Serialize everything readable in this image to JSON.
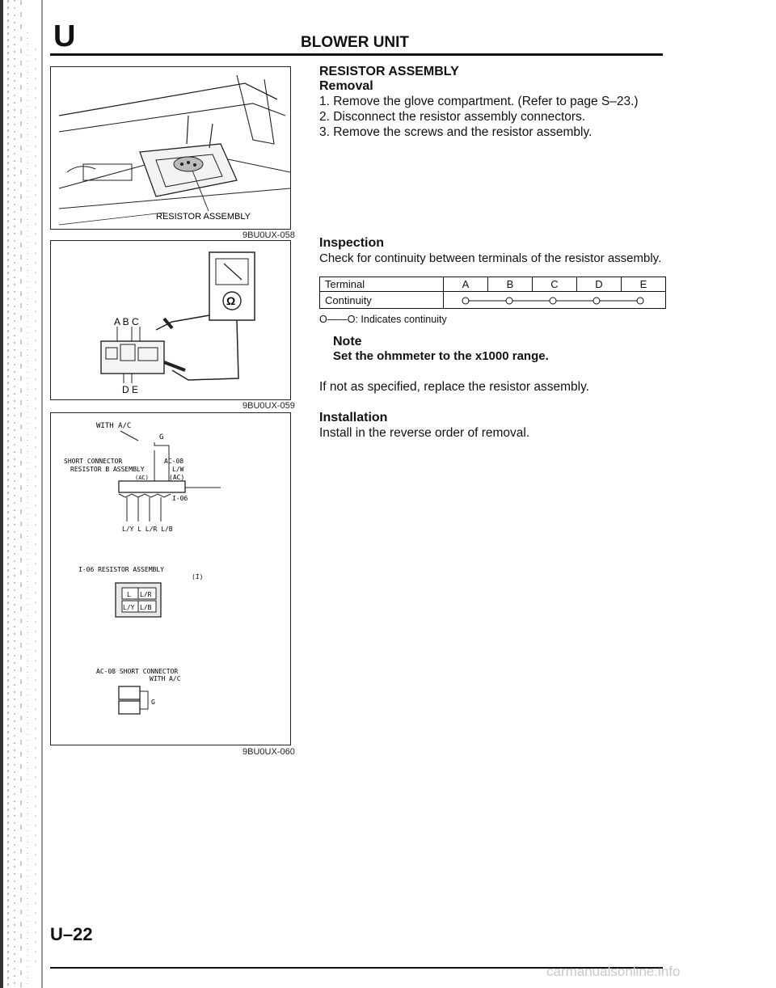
{
  "header": {
    "section_letter": "U",
    "title": "BLOWER UNIT"
  },
  "figures": [
    {
      "code": "9BU0UX-058",
      "labels": {
        "part": "RESISTOR ASSEMBLY"
      }
    },
    {
      "code": "9BU0UX-059",
      "labels": {
        "terminals_top": "A  B C",
        "terminals_bottom": "D E",
        "meter_symbol": "Ω"
      }
    },
    {
      "code": "9BU0UX-060",
      "labels": {
        "with_ac": "WITH A/C",
        "ground": "G",
        "short_connector": "SHORT CONNECTOR",
        "ac08": "AC-08",
        "resistor_assembly": "RESISTOR B ASSEMBLY",
        "ac_tag": "(AC)",
        "lw": "L/W",
        "lw_ac": "(AC)",
        "i06": "I-06",
        "wire_colors": "L/Y  L  L/R L/B",
        "i06_title": "I-06 RESISTOR ASSEMBLY",
        "i06_sub": "(I)",
        "pins": [
          "L",
          "L/R",
          "L/Y",
          "L/B"
        ],
        "ac08_title": "AC-08 SHORT CONNECTOR",
        "ac08_sub": "WITH A/C",
        "ac08_pin": "G"
      }
    }
  ],
  "removal": {
    "section_title": "RESISTOR ASSEMBLY",
    "subtitle": "Removal",
    "steps": [
      "1. Remove the glove compartment. (Refer to page S–23.)",
      "2. Disconnect the resistor assembly connectors.",
      "3. Remove the screws and the resistor assembly."
    ]
  },
  "inspection": {
    "title": "Inspection",
    "intro": "Check for continuity between terminals of the resistor assembly.",
    "table": {
      "row1_label": "Terminal",
      "terminals": [
        "A",
        "B",
        "C",
        "D",
        "E"
      ],
      "row2_label": "Continuity"
    },
    "legend": "O——O: Indicates continuity",
    "note_title": "Note",
    "note_body": "Set the ohmmeter to the x1000 range.",
    "spec_text": "If not as specified, replace the resistor assembly."
  },
  "installation": {
    "title": "Installation",
    "body": "Install in the reverse order of removal."
  },
  "footer": {
    "page_number": "U–22",
    "watermark": "carmanualsonline.info"
  }
}
